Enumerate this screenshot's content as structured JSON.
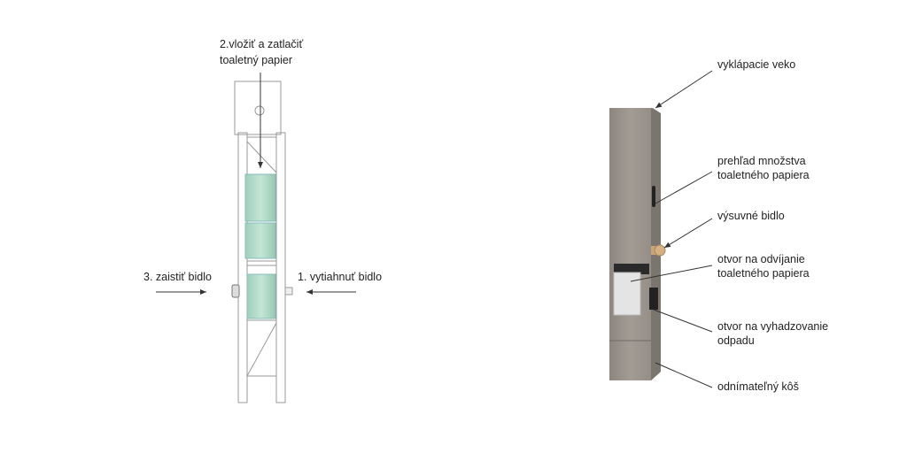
{
  "left_diagram": {
    "step2_line1": "2.vložiť a zatlačiť",
    "step2_line2": "toaletný papier",
    "step3": "3. zaistiť bidlo",
    "step1": "1. vytiahnuť bidlo",
    "roll_color": "#a9d8c4"
  },
  "right_photo": {
    "labels": [
      {
        "line1": "vyklápacie veko"
      },
      {
        "line1": "prehľad množstva",
        "line2": "toaletného papiera"
      },
      {
        "line1": "výsuvné bidlo"
      },
      {
        "line1": "otvor na odvíjanie",
        "line2": "toaletného papiera"
      },
      {
        "line1": "otvor na vyhadzovanie",
        "line2": "odpadu"
      },
      {
        "line1": "odnímateľný kôš"
      }
    ]
  }
}
